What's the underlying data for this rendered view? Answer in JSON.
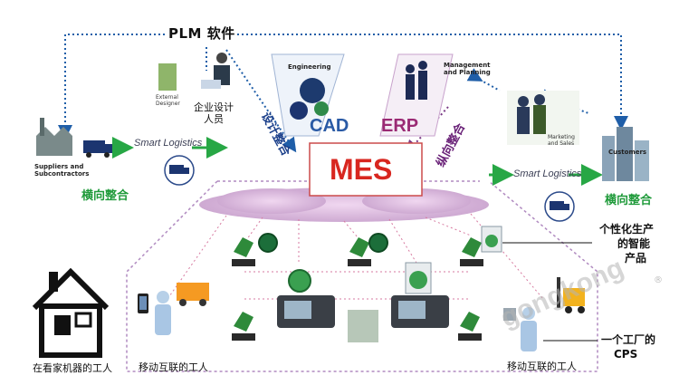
{
  "labels": {
    "plm": "PLM 软件",
    "mes": "MES",
    "cad": "CAD",
    "erp": "ERP",
    "engineering": "Engineering",
    "management_planning": "Management and Planning",
    "external_designer": "External Designer",
    "enterprise_designer": "企业设计 人员",
    "design_integration": "设计整合",
    "vertical_integration": "纵向整合",
    "suppliers": "Suppliers and Subcontractors",
    "horizontal_left": "横向整合",
    "horizontal_right": "横向整合",
    "smart_logistics_left": "Smart Logistics",
    "smart_logistics_right": "Smart Logistics",
    "customers": "Customers",
    "marketing_sales": "Marketing and Sales",
    "personalized_1": "个性化生产",
    "personalized_2": "的智能",
    "personalized_3": "产品",
    "factory_cps_1": "一个工厂的",
    "factory_cps_2": "CPS",
    "home_worker": "在看家机器的工人",
    "mobile_worker_left": "移动互联的工人",
    "mobile_worker_right": "移动互联的工人",
    "watermark": "gongkong",
    "registered": "®"
  },
  "colors": {
    "mes_red": "#d8261f",
    "arrow_green": "#27a745",
    "dotted_blue": "#1f5ea8",
    "cloud_pink": "#c9a3cf",
    "erp_purple": "#9a2a74",
    "cad_blue": "#2a5aa5"
  },
  "icons": [
    "gear-icon",
    "factory-icon",
    "truck-icon",
    "house-icon",
    "robot-arm-icon",
    "forklift-icon",
    "phone-icon",
    "washing-machine-icon"
  ]
}
